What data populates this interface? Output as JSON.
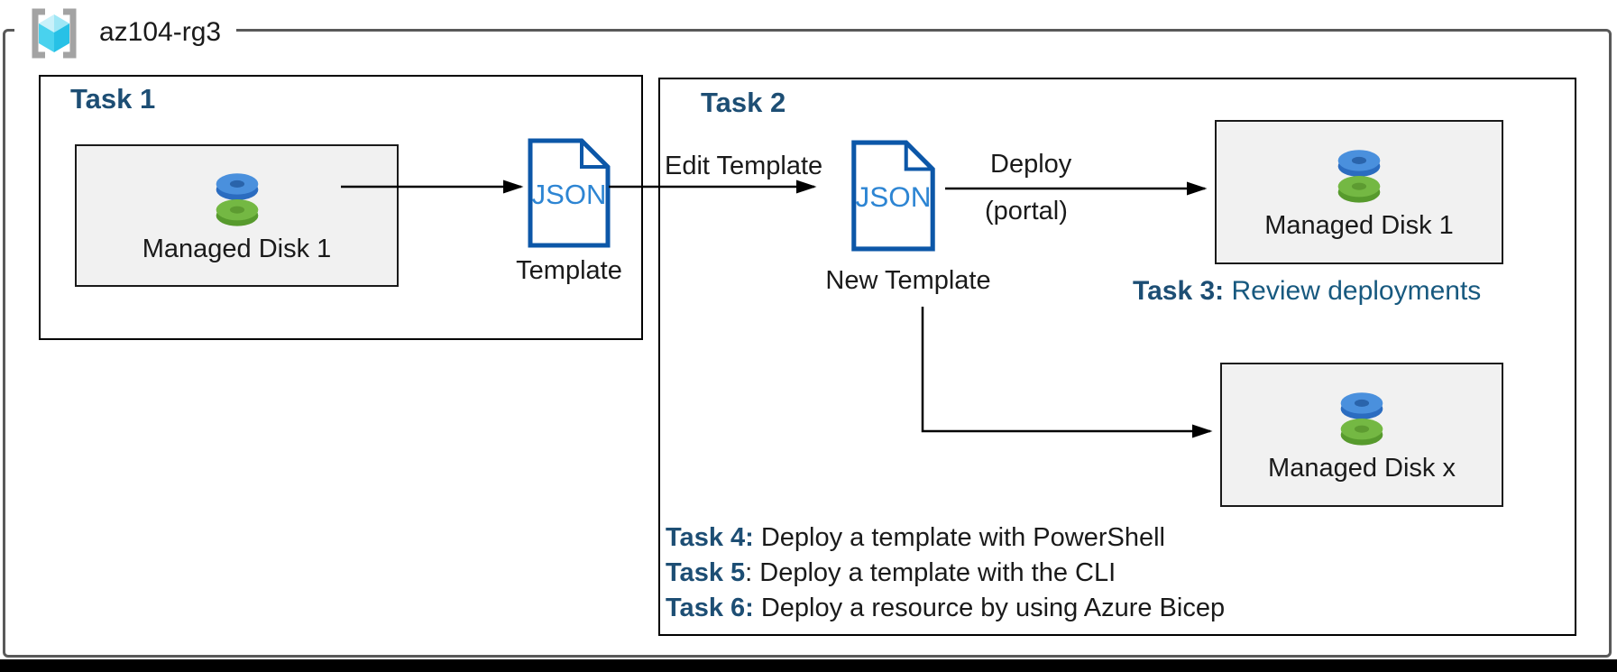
{
  "header": {
    "resource_group_name": "az104-rg3"
  },
  "colors": {
    "outer_border_gray": "#595959",
    "task_title_navy": "#1d4e74",
    "task3_text_blue": "#17597f",
    "json_border_blue": "#0c57a8",
    "json_text_blue": "#2d85d3",
    "disk_blue_top": "#4a90dd",
    "disk_blue_side": "#2b6cc0",
    "disk_green_top": "#74b843",
    "disk_green_side": "#579a2d",
    "card_gray": "#f1f1f1",
    "cube_cyan": "#35c6e9",
    "bracket_gray": "#a3a3a3"
  },
  "task1": {
    "title": "Task 1",
    "disk_card_label": "Managed Disk 1",
    "json_icon_text": "JSON",
    "template_label": "Template"
  },
  "task2": {
    "title": "Task 2",
    "edit_template_label": "Edit Template",
    "json_icon_text": "JSON",
    "new_template_label": "New Template",
    "deploy_line1": "Deploy",
    "deploy_line2": "(portal)",
    "managed_disk_1_label": "Managed Disk 1",
    "managed_disk_x_label": "Managed Disk x",
    "task3": {
      "bold": "Task 3:",
      "rest": " Review deployments"
    },
    "task_list": [
      {
        "bold": "Task 4:",
        "rest": " Deploy a template with PowerShell"
      },
      {
        "bold": "Task 5",
        "rest": ": Deploy a template with the CLI"
      },
      {
        "bold": "Task 6:",
        "rest": " Deploy a resource by using Azure Bicep"
      }
    ]
  }
}
